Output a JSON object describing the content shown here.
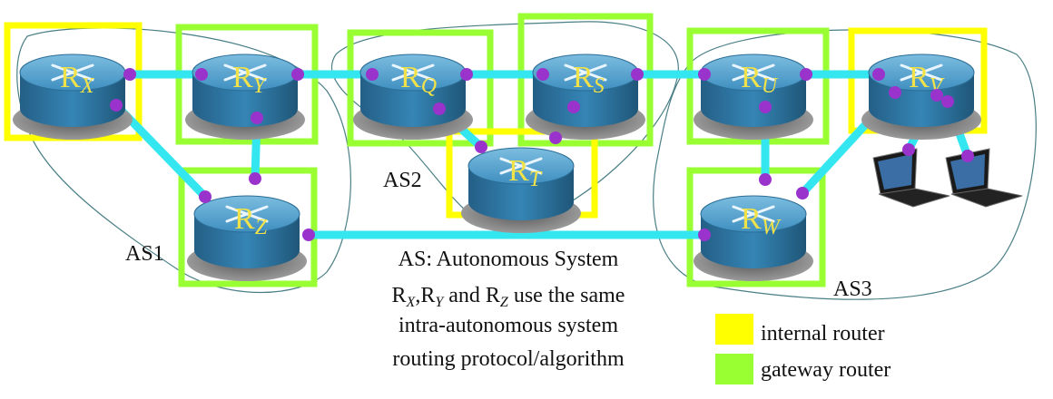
{
  "colors": {
    "internal_router": "#ffff00",
    "gateway_router": "#99ff33",
    "link": "#33e6f0",
    "port": "#9933cc",
    "router_body": "#2e78a8",
    "router_top": "#5fa8d3",
    "router_label": "#f2e24a",
    "boundary": "#4a7f86"
  },
  "routers": [
    {
      "id": "X",
      "base": "R",
      "sub": "X",
      "role": "internal",
      "as": "AS1"
    },
    {
      "id": "Y",
      "base": "R",
      "sub": "Y",
      "role": "gateway",
      "as": "AS1"
    },
    {
      "id": "Z",
      "base": "R",
      "sub": "Z",
      "role": "gateway",
      "as": "AS1"
    },
    {
      "id": "Q",
      "base": "R",
      "sub": "Q",
      "role": "gateway",
      "as": "AS2"
    },
    {
      "id": "S",
      "base": "R",
      "sub": "S",
      "role": "gateway",
      "as": "AS2"
    },
    {
      "id": "T",
      "base": "R",
      "sub": "T",
      "role": "internal",
      "as": "AS2"
    },
    {
      "id": "U",
      "base": "R",
      "sub": "U",
      "role": "gateway",
      "as": "AS3"
    },
    {
      "id": "V",
      "base": "R",
      "sub": "V",
      "role": "internal",
      "as": "AS3"
    },
    {
      "id": "W",
      "base": "R",
      "sub": "W",
      "role": "gateway",
      "as": "AS3"
    }
  ],
  "links": [
    [
      "X",
      "Y"
    ],
    [
      "X",
      "Z"
    ],
    [
      "Y",
      "Z"
    ],
    [
      "Y",
      "Q"
    ],
    [
      "Q",
      "S"
    ],
    [
      "Q",
      "T"
    ],
    [
      "S",
      "T"
    ],
    [
      "S",
      "U"
    ],
    [
      "U",
      "V"
    ],
    [
      "U",
      "W"
    ],
    [
      "V",
      "W"
    ],
    [
      "Z",
      "W"
    ],
    [
      "V",
      "laptop-1"
    ],
    [
      "V",
      "laptop-2"
    ]
  ],
  "as_labels": {
    "as1": "AS1",
    "as2": "AS2",
    "as3": "AS3"
  },
  "note": {
    "line1": "AS: Autonomous System",
    "line2_parts": [
      "R",
      "X",
      ",R",
      "Y",
      " and R",
      "Z",
      " use the same"
    ],
    "line3": "intra-autonomous system",
    "line4": "routing protocol/algorithm"
  },
  "legend": {
    "internal": "internal router",
    "gateway": "gateway router"
  }
}
